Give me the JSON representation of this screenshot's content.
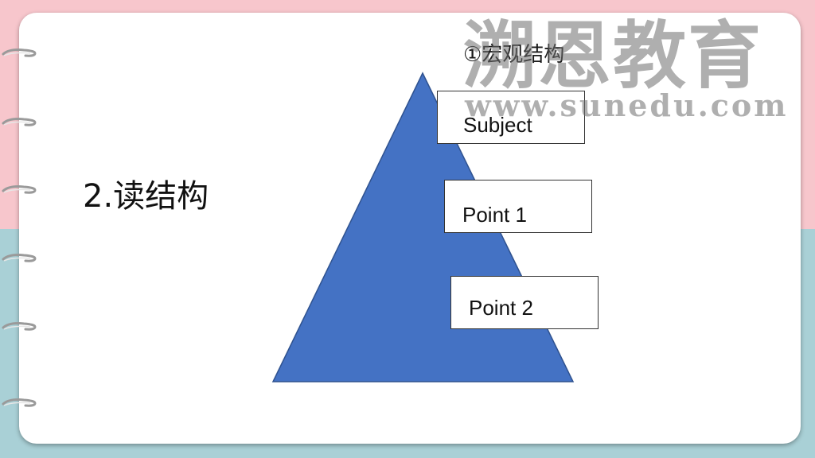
{
  "slide": {
    "heading": "2.读结构",
    "subheading": "①宏观结构",
    "labels": [
      "Subject",
      "Point 1",
      "Point 2"
    ]
  },
  "watermark": {
    "brand": "溯恩教育",
    "url": "www.sunedu.com"
  },
  "colors": {
    "background_top": "#f7c6cc",
    "background_bottom": "#a9d0d6",
    "card": "#ffffff",
    "pyramid_fill": "#4472c4",
    "pyramid_stroke": "#2f528f",
    "ring": "#9a9a9a"
  },
  "icons": [
    "binder-ring-icon"
  ]
}
